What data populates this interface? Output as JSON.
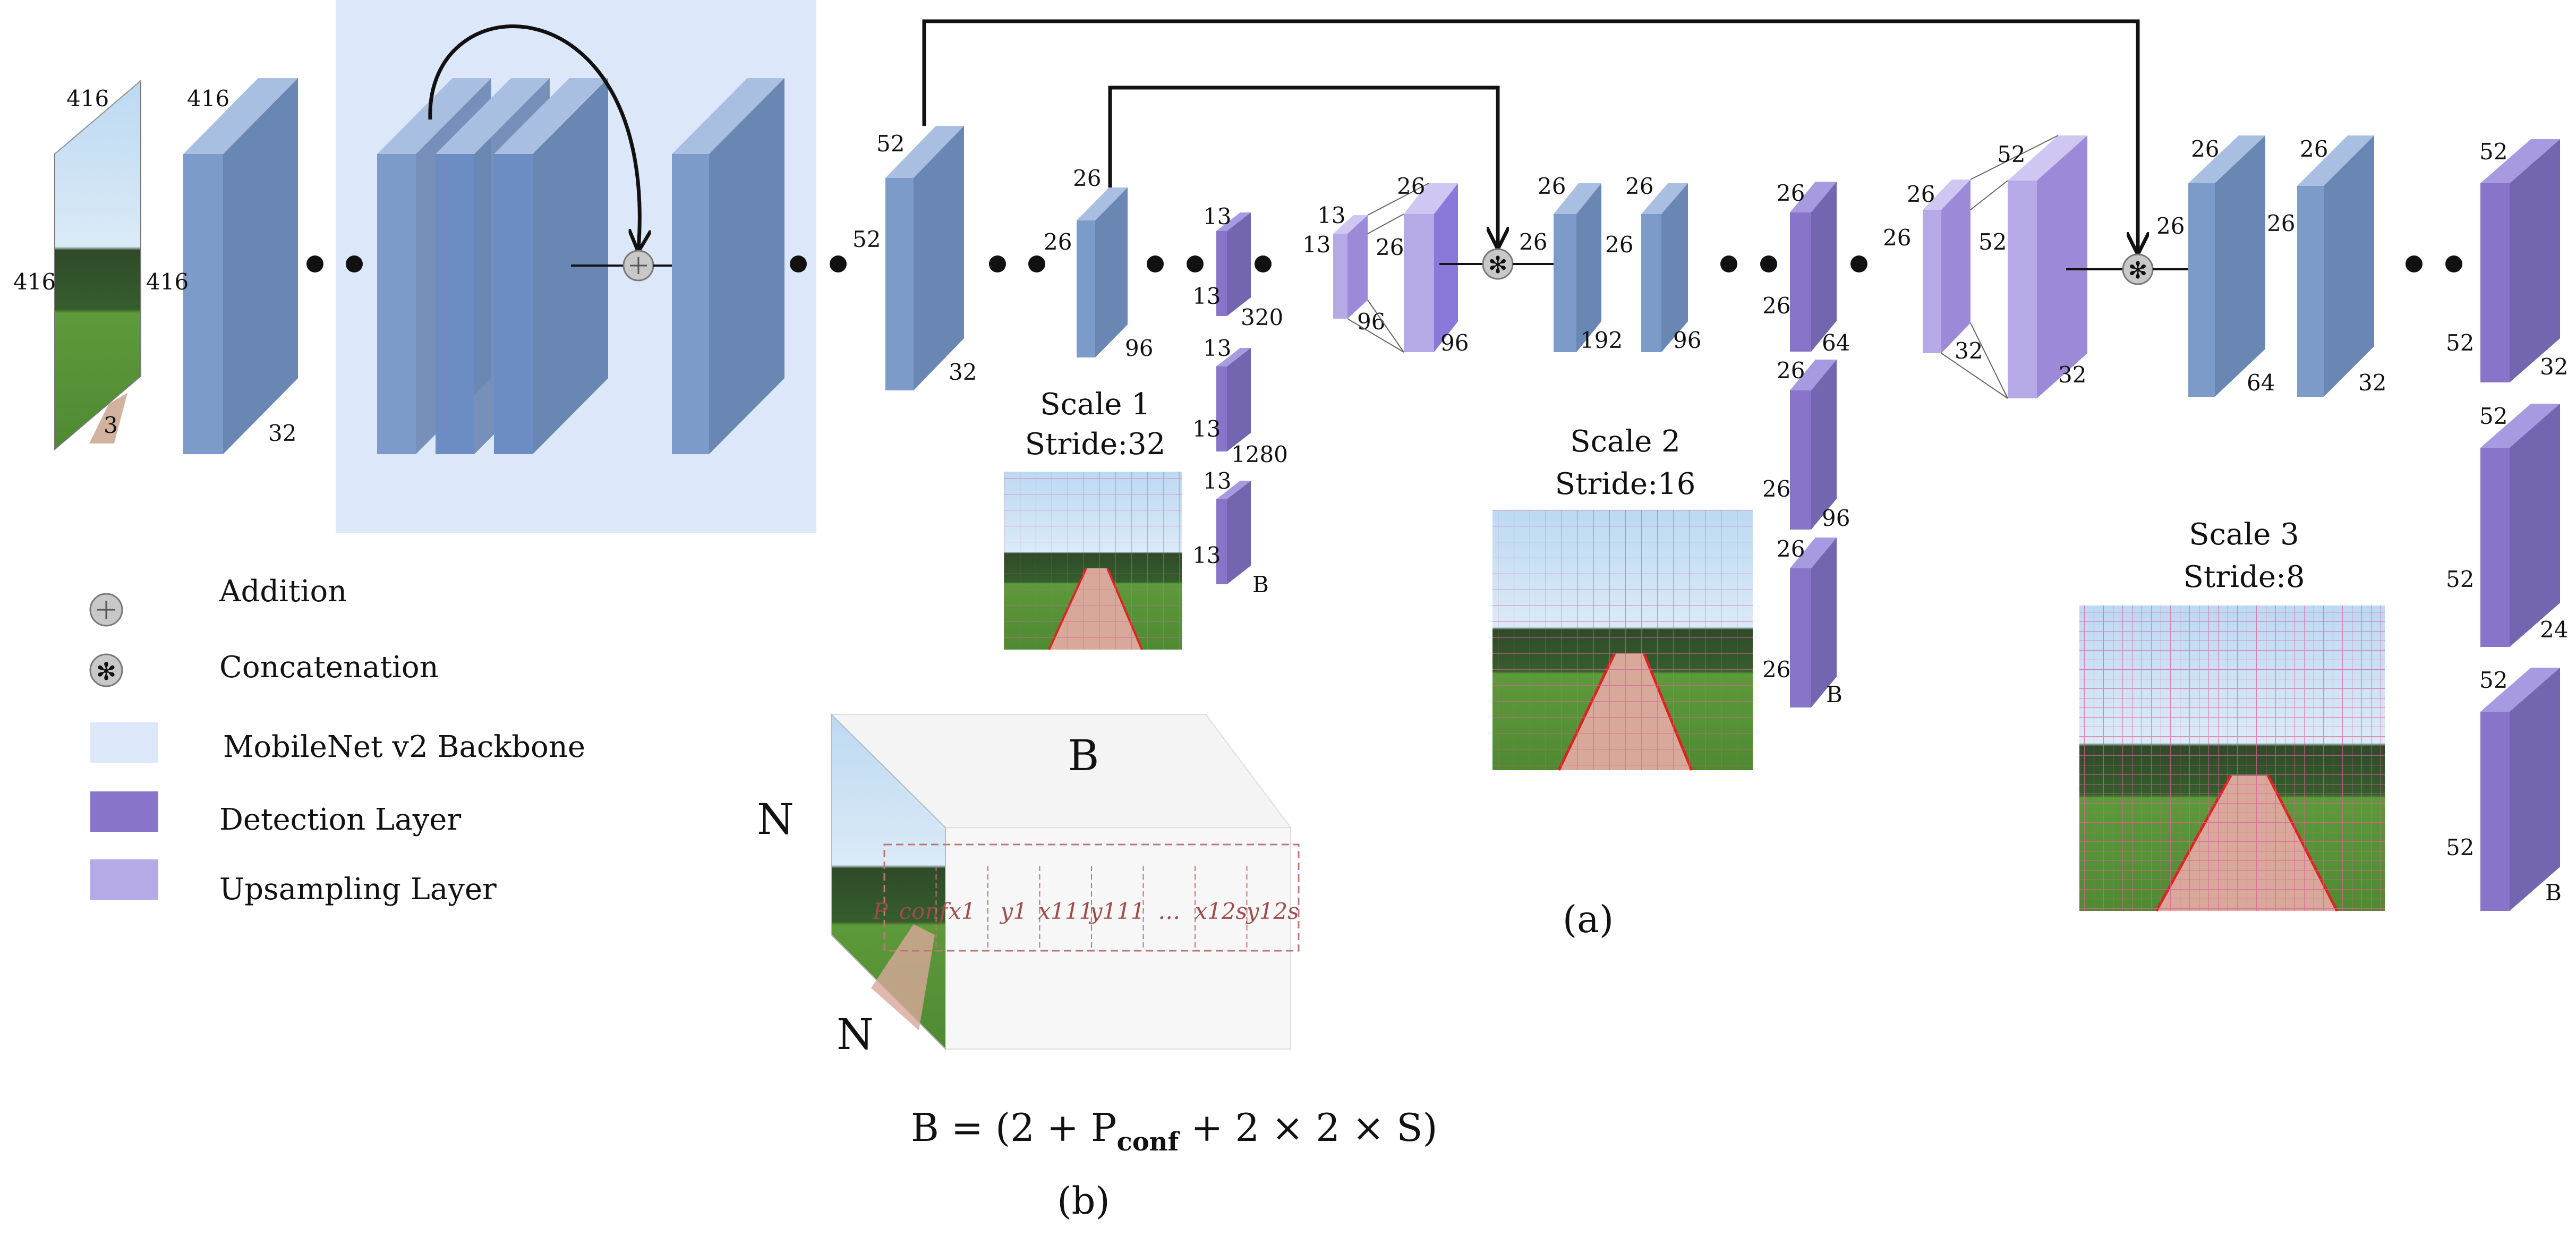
{
  "input": {
    "height": "416",
    "width": "416",
    "channels": "3"
  },
  "backbone": {
    "block1": {
      "height": "416",
      "width": "416",
      "channels": "32"
    }
  },
  "scale1_branch": {
    "b52": {
      "h": "52",
      "w": "52",
      "c": "32"
    },
    "b26": {
      "h": "26",
      "w": "26",
      "c": "96"
    },
    "d1": {
      "h": "13",
      "w": "13",
      "c": "320"
    },
    "d2": {
      "h": "13",
      "w": "13",
      "c": "1280"
    },
    "d3": {
      "h": "13",
      "w": "13",
      "c": "B"
    },
    "up1": {
      "h": "13",
      "w": "13",
      "c": "96"
    },
    "up2": {
      "h": "26",
      "w": "26",
      "c": "96"
    }
  },
  "scale2_branch": {
    "c1": {
      "h": "26",
      "w": "26",
      "c": "192"
    },
    "c2": {
      "h": "26",
      "w": "26",
      "c": "96"
    },
    "d1": {
      "h": "26",
      "w": "26",
      "c": "64"
    },
    "d2": {
      "h": "26",
      "w": "26",
      "c": "96"
    },
    "d3": {
      "h": "26",
      "w": "26",
      "c": "B"
    },
    "up1": {
      "h": "26",
      "w": "52",
      "c": "32"
    },
    "up2": {
      "c": "32"
    }
  },
  "scale3_branch": {
    "c1": {
      "h": "26",
      "w": "26",
      "c": "64"
    },
    "c2": {
      "h": "26",
      "w": "26",
      "c": "32"
    },
    "d1": {
      "h": "52",
      "w": "52",
      "c": "32"
    },
    "d2": {
      "h": "52",
      "w": "52",
      "c": "24"
    },
    "d3": {
      "h": "52",
      "w": "52",
      "c": "B"
    }
  },
  "scales": [
    {
      "title": "Scale 1",
      "stride": "Stride:32"
    },
    {
      "title": "Scale 2",
      "stride": "Stride:16"
    },
    {
      "title": "Scale 3",
      "stride": "Stride:8"
    }
  ],
  "legend": {
    "addition": "Addition",
    "concatenation": "Concatenation",
    "backbone": "MobileNet v2 Backbone",
    "detection": "Detection Layer",
    "upsampling": "Upsampling Layer"
  },
  "tensor": {
    "top": "B",
    "left": "N",
    "bottom": "N",
    "cells": [
      "P_conf",
      "x1",
      "y1",
      "x111",
      "y111",
      "…",
      "x12s",
      "y12s"
    ]
  },
  "equation": {
    "lhs": "B = (2 + P",
    "sub": "conf",
    "rhs": " + 2 × 2 × S)"
  },
  "captions": {
    "a": "(a)",
    "b": "(b)"
  },
  "colors": {
    "backbone_bg": "#dce8fa",
    "conv_front": "#7d9bc9",
    "conv_side": "#6a86b3",
    "conv_top": "#a9bfe2",
    "detection_front": "#8874c8",
    "detection_side": "#7465b0",
    "upsample_front": "#b6aae6",
    "upsample_side": "#9c8ad8"
  }
}
